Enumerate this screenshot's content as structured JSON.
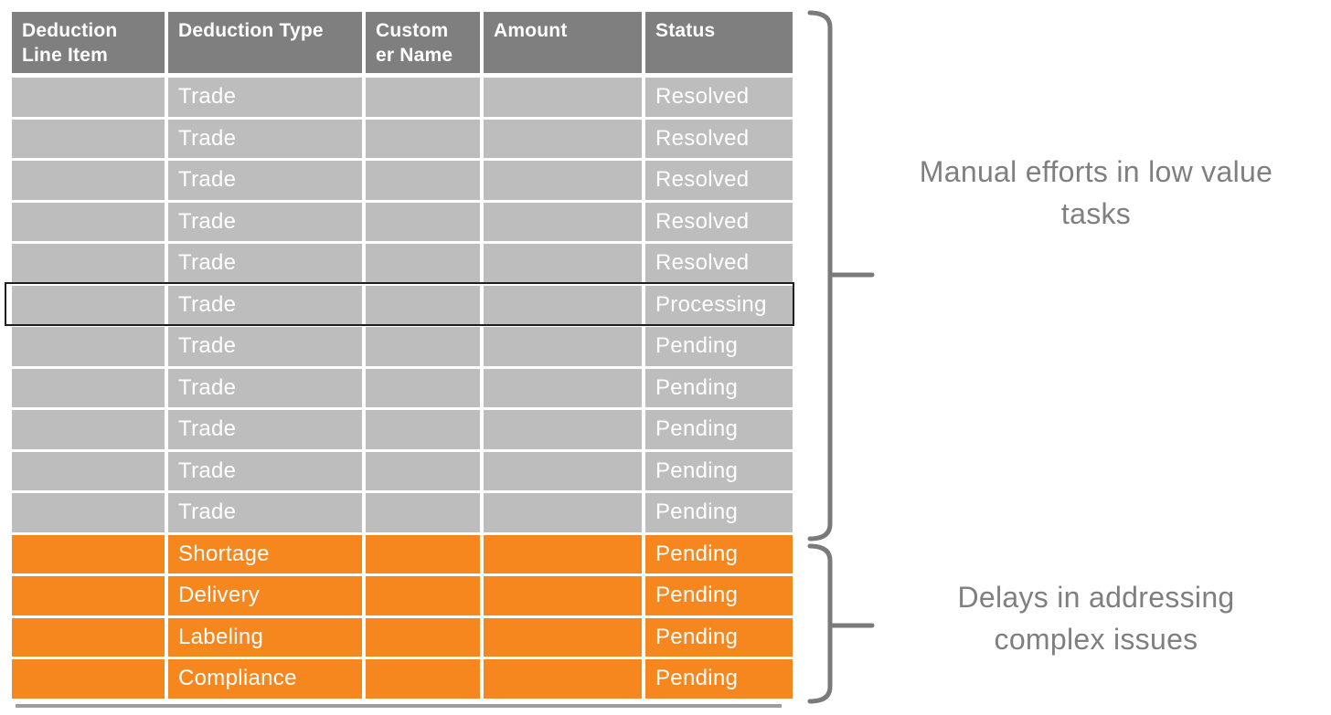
{
  "colors": {
    "header_bg": "#7F7F7F",
    "row_bg": "#BDBDBD",
    "orange_bg": "#F6871F",
    "cell_text": "#FFFFFF",
    "annotation_text": "#7F7F7F",
    "brace": "#7A7A7A",
    "highlight_border": "#1F1F1F",
    "shadow": "#9E9E9E"
  },
  "table": {
    "columns": [
      {
        "id": "line_item",
        "label": "Deduction\nLine Item"
      },
      {
        "id": "type",
        "label": "Deduction Type"
      },
      {
        "id": "customer",
        "label": "Custom\ner Name"
      },
      {
        "id": "amount",
        "label": "Amount"
      },
      {
        "id": "status",
        "label": "Status"
      }
    ],
    "rows": [
      {
        "line_item": "",
        "type": "Trade",
        "customer": "",
        "amount": "",
        "status": "Resolved",
        "group": "gray",
        "highlighted": false
      },
      {
        "line_item": "",
        "type": "Trade",
        "customer": "",
        "amount": "",
        "status": "Resolved",
        "group": "gray",
        "highlighted": false
      },
      {
        "line_item": "",
        "type": "Trade",
        "customer": "",
        "amount": "",
        "status": "Resolved",
        "group": "gray",
        "highlighted": false
      },
      {
        "line_item": "",
        "type": "Trade",
        "customer": "",
        "amount": "",
        "status": "Resolved",
        "group": "gray",
        "highlighted": false
      },
      {
        "line_item": "",
        "type": "Trade",
        "customer": "",
        "amount": "",
        "status": "Resolved",
        "group": "gray",
        "highlighted": false
      },
      {
        "line_item": "",
        "type": "Trade",
        "customer": "",
        "amount": "",
        "status": "Processing",
        "group": "gray",
        "highlighted": true
      },
      {
        "line_item": "",
        "type": "Trade",
        "customer": "",
        "amount": "",
        "status": "Pending",
        "group": "gray",
        "highlighted": false
      },
      {
        "line_item": "",
        "type": "Trade",
        "customer": "",
        "amount": "",
        "status": "Pending",
        "group": "gray",
        "highlighted": false
      },
      {
        "line_item": "",
        "type": "Trade",
        "customer": "",
        "amount": "",
        "status": "Pending",
        "group": "gray",
        "highlighted": false
      },
      {
        "line_item": "",
        "type": "Trade",
        "customer": "",
        "amount": "",
        "status": "Pending",
        "group": "gray",
        "highlighted": false
      },
      {
        "line_item": "",
        "type": "Trade",
        "customer": "",
        "amount": "",
        "status": "Pending",
        "group": "gray",
        "highlighted": false
      },
      {
        "line_item": "",
        "type": "Shortage",
        "customer": "",
        "amount": "",
        "status": "Pending",
        "group": "orange",
        "highlighted": false
      },
      {
        "line_item": "",
        "type": "Delivery",
        "customer": "",
        "amount": "",
        "status": "Pending",
        "group": "orange",
        "highlighted": false
      },
      {
        "line_item": "",
        "type": "Labeling",
        "customer": "",
        "amount": "",
        "status": "Pending",
        "group": "orange",
        "highlighted": false
      },
      {
        "line_item": "",
        "type": "Compliance",
        "customer": "",
        "amount": "",
        "status": "Pending",
        "group": "orange",
        "highlighted": false
      }
    ]
  },
  "annotations": [
    {
      "id": "manual-efforts",
      "text": "Manual efforts in low value\ntasks"
    },
    {
      "id": "delays",
      "text": "Delays in addressing\ncomplex issues"
    }
  ]
}
